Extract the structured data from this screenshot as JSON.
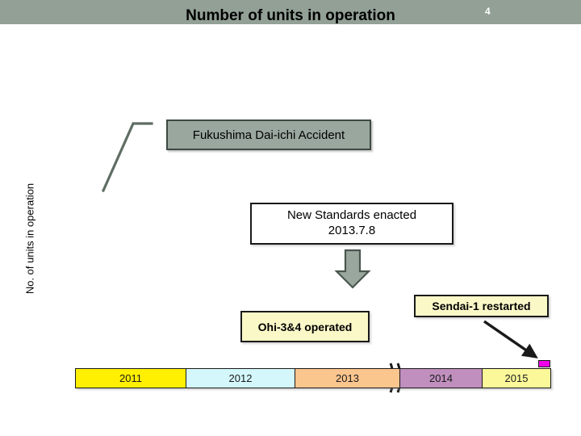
{
  "header": {
    "title": "Number of units in operation",
    "slide_number": "4",
    "band_color": "#92a096"
  },
  "axis": {
    "y_label": "No. of units in operation"
  },
  "callouts": [
    {
      "name": "fukushima-accident",
      "text": "Fukushima Dai-ichi Accident",
      "fill": "#9aa79e",
      "border": "#3d4a42"
    },
    {
      "name": "new-standards",
      "line1": "New Standards enacted",
      "line2": "2013.7.8",
      "fill": "#ffffff",
      "border": "#1a1a1a"
    },
    {
      "name": "ohi-operated",
      "text": "Ohi-3&4 operated",
      "fill": "#fbf8c8",
      "border": "#1a1a1a"
    },
    {
      "name": "sendai-restarted",
      "text": "Sendai-1 restarted",
      "fill": "#fbf8c8",
      "border": "#1a1a1a"
    }
  ],
  "chart_data": {
    "type": "table",
    "title": "Number of units in operation",
    "ylabel": "No. of units in operation",
    "xlabel": "",
    "categories": [
      "2011",
      "2012",
      "2013",
      "2014",
      "2015"
    ],
    "segment_colors": [
      "#ffef00",
      "#d3f7fb",
      "#fbc58e",
      "#c08fbe",
      "#fbf89a"
    ],
    "annotations": [
      "Fukushima Dai-ichi Accident",
      "New Standards enacted 2013.7.8",
      "Ohi-3&4 operated",
      "Sendai-1 restarted"
    ],
    "axis_break_between": [
      "2013",
      "2014"
    ],
    "marker_color": "#ef00e8",
    "grid": false,
    "legend": "none"
  },
  "timeline": {
    "segments": [
      {
        "label": "2011",
        "color": "#ffef00",
        "width": 137
      },
      {
        "label": "2012",
        "color": "#d3f7fb",
        "width": 135
      },
      {
        "label": "2013",
        "color": "#fbc58e",
        "width": 130
      },
      {
        "label": "2014",
        "color": "#c08fbe",
        "width": 102
      },
      {
        "label": "2015",
        "color": "#fbf89a",
        "width": 84
      }
    ]
  },
  "icons": {
    "down_arrow": "down-arrow-icon",
    "leader_line": "leader-line-icon",
    "pointer_arrow": "pointer-arrow-icon",
    "axis_break": "axis-break-icon",
    "marker": "magenta-marker-icon"
  }
}
